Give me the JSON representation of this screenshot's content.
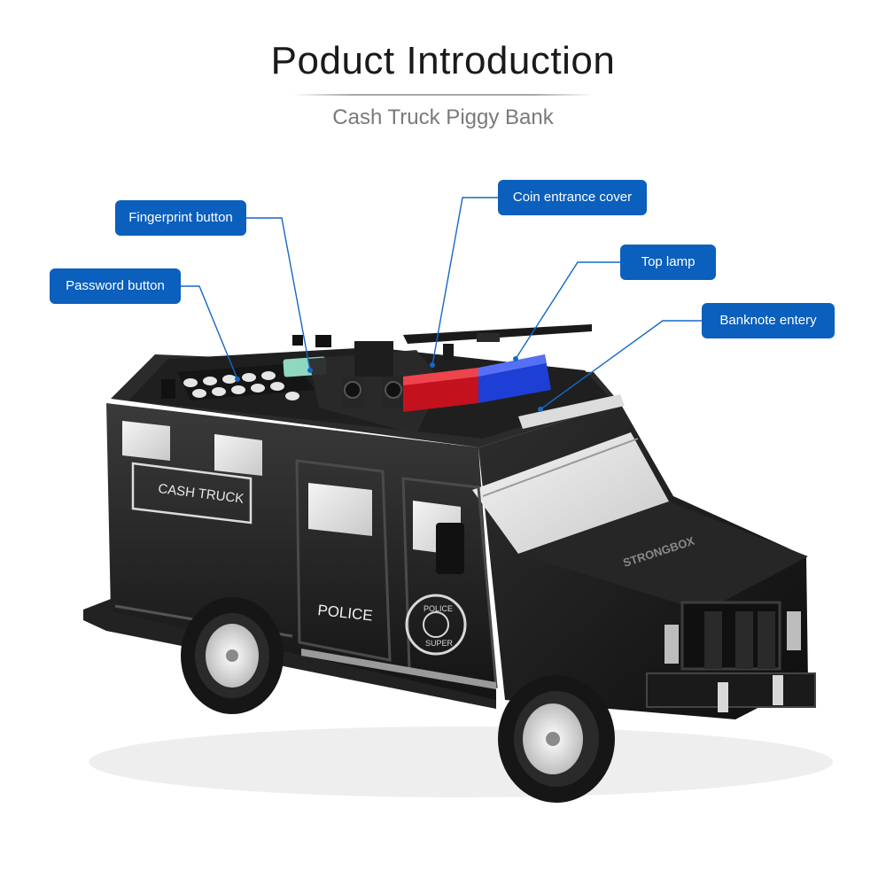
{
  "header": {
    "title": "Poduct Introduction",
    "subtitle": "Cash Truck Piggy Bank"
  },
  "callouts": {
    "fingerprint": "Fingerprint button",
    "password": "Password button",
    "coin_cover": "Coin entrance cover",
    "top_lamp": "Top lamp",
    "banknote": "Banknote entery"
  },
  "truck": {
    "side_text": "CASH TRUCK",
    "door_text": "POLICE",
    "badge_top": "POLICE",
    "badge_bottom": "SUPER",
    "hood_text": "STRONGBOX"
  },
  "colors": {
    "callout_blue": "#0b5fbd",
    "truck_body": "#1b1b1b",
    "lamp_red": "#d0101a",
    "lamp_blue": "#1d3fd6"
  }
}
